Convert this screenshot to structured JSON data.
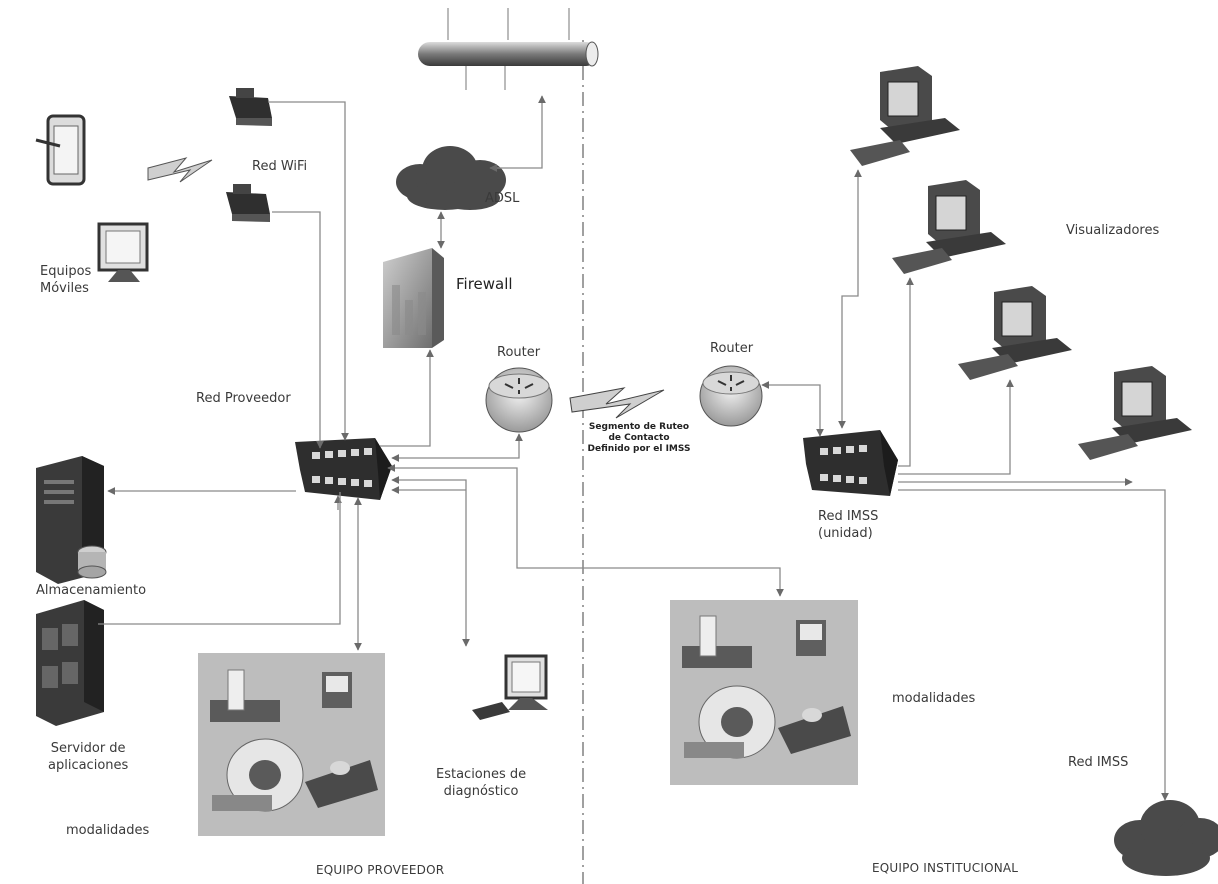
{
  "labels": {
    "red_wifi": "Red WiFi",
    "adsl": "ADSL",
    "firewall": "Firewall",
    "equipos_moviles": "Equipos\nMóviles",
    "router_left": "Router",
    "router_right": "Router",
    "red_proveedor": "Red Proveedor",
    "segmento": "Segmento de Ruteo\nde Contacto\nDefinido por el IMSS",
    "visualizadores": "Visualizadores",
    "red_imss_unidad": "Red IMSS\n(unidad)",
    "almacenamiento": "Almacenamiento",
    "servidor": "Servidor de\naplicaciones",
    "modalidades_left": "modalidades",
    "estaciones": "Estaciones de\ndiagnóstico",
    "modalidades_right": "modalidades",
    "red_imss": "Red IMSS",
    "equipo_proveedor": "EQUIPO PROVEEDOR",
    "equipo_institucional": "EQUIPO INSTITUCIONAL"
  },
  "colors": {
    "line": "#8a8a8a",
    "device_dark": "#3a3a3a",
    "device_light": "#d0d0d0",
    "panel_bg": "#b9b9b9",
    "cloud": "#4a4a4a"
  }
}
